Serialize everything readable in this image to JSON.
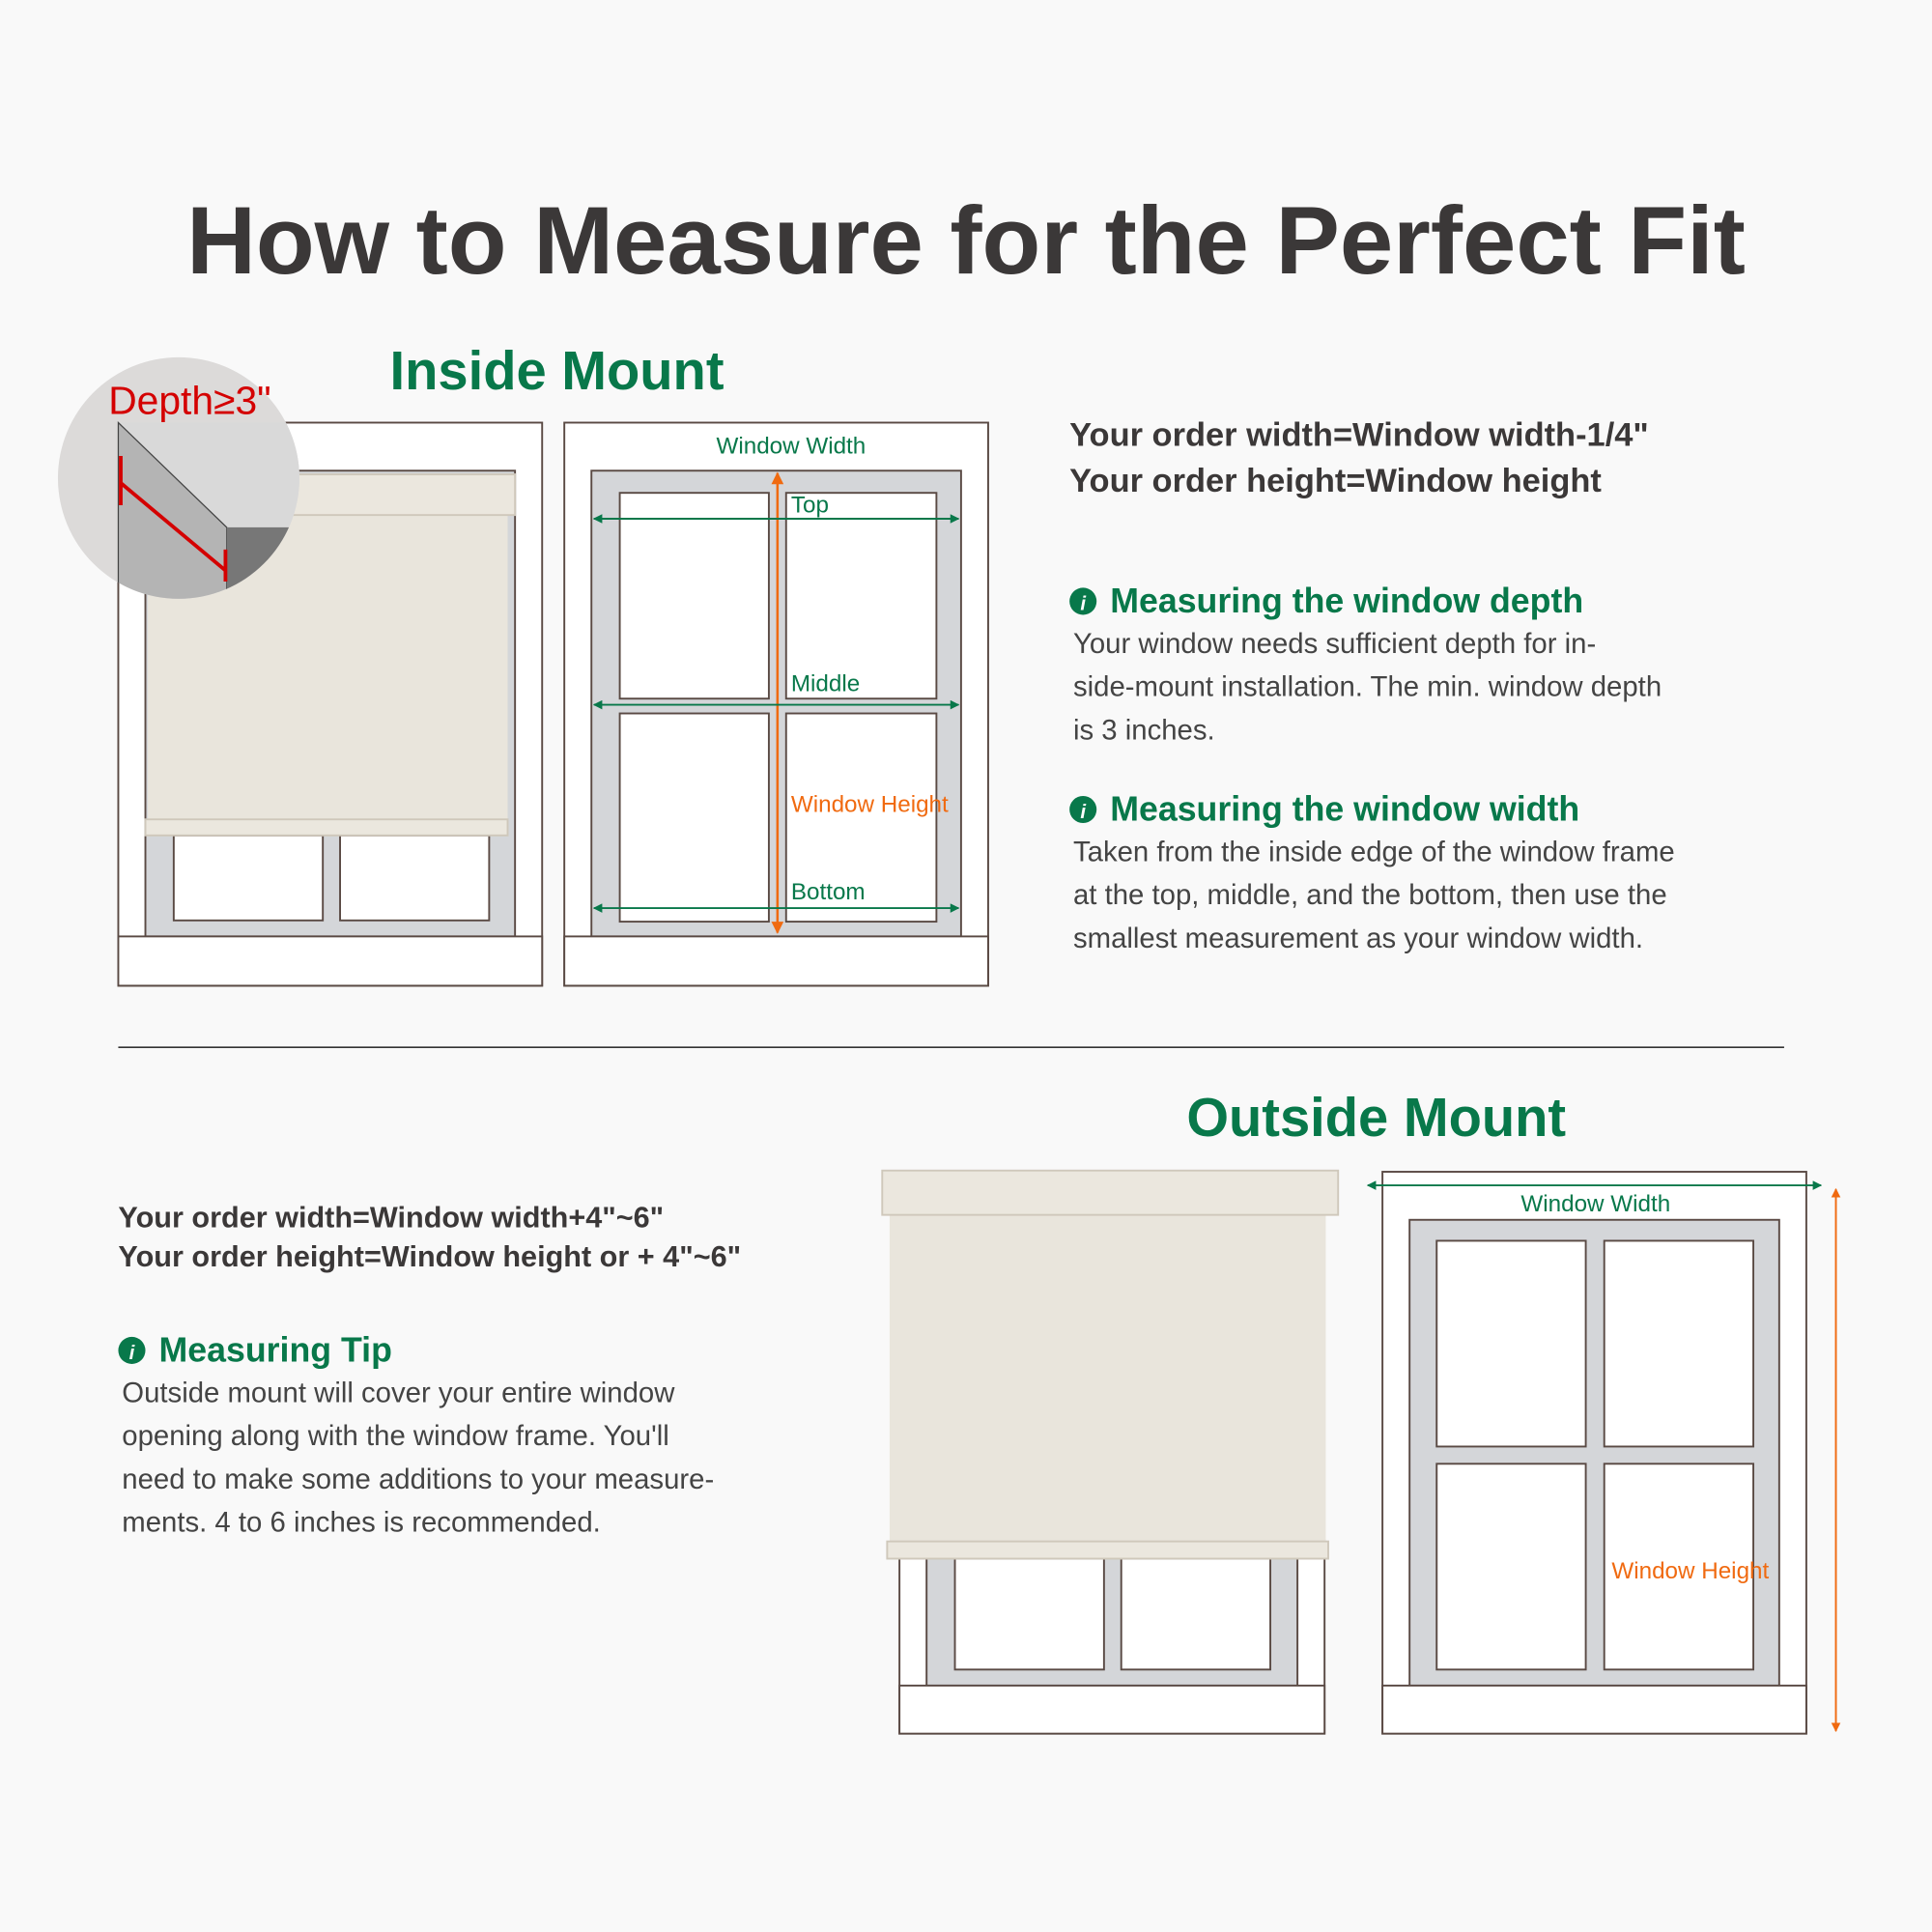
{
  "title": "How to Measure for the Perfect Fit",
  "inside_mount": {
    "heading": "Inside Mount",
    "depth_label": "Depth≥3\"",
    "formula_width": "Your order width=Window width-1/4\"",
    "formula_height": "Your order height=Window height",
    "diagram_labels": {
      "window_width": "Window Width",
      "top": "Top",
      "middle": "Middle",
      "bottom": "Bottom",
      "window_height": "Window Height"
    },
    "sections": [
      {
        "heading": "Measuring the window depth",
        "lines": [
          "Your window needs sufficient depth for in-",
          "side-mount installation. The min. window depth",
          "is 3 inches."
        ]
      },
      {
        "heading": "Measuring the window width",
        "lines": [
          "Taken from the inside edge of the window frame",
          "at the top, middle, and the bottom, then use the",
          "smallest measurement as your window width."
        ]
      }
    ]
  },
  "outside_mount": {
    "heading": "Outside Mount",
    "formula_width": "Your order width=Window width+4\"~6\"",
    "formula_height": "Your order height=Window height or + 4\"~6\"",
    "diagram_labels": {
      "window_width": "Window Width",
      "window_height": "Window Height"
    },
    "tip": {
      "heading": "Measuring Tip",
      "lines": [
        "Outside mount will cover your entire window",
        "opening along with the window frame. You'll",
        "need to make some additions to your measure-",
        "ments. 4 to 6 inches is recommended."
      ]
    }
  },
  "colors": {
    "green": "#08784a",
    "orange": "#f06a10",
    "red": "#d40000",
    "text": "#3b3838"
  }
}
